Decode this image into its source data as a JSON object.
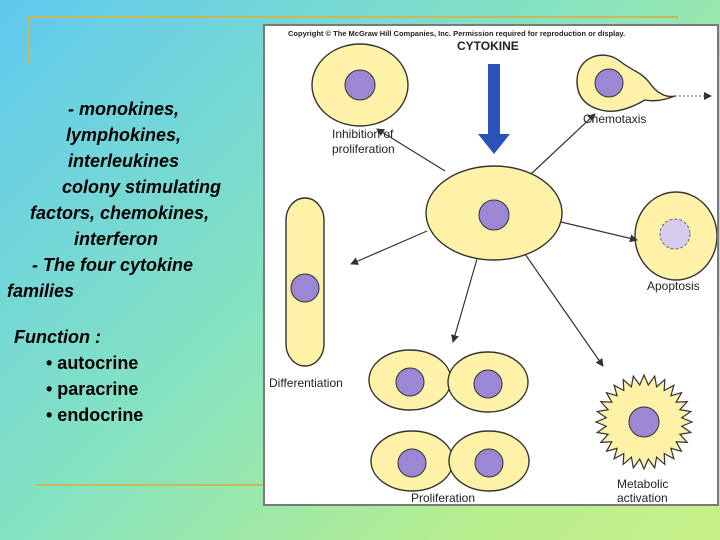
{
  "left_text": {
    "lines": [
      "- monokines,",
      "lymphokines,",
      "interleukines",
      "colony stimulating",
      "factors, chemokines,",
      "interferon",
      "- The four cytokine",
      "families"
    ]
  },
  "function": {
    "title": "Function :",
    "items": [
      "• autocrine",
      "• paracrine",
      "• endocrine"
    ]
  },
  "diagram": {
    "copyright": "Copyright © The McGraw Hill Companies, Inc. Permission required for reproduction or display.",
    "cytokine": "CYTOKINE",
    "inhibition_line1": "Inhibition of",
    "inhibition_line2": "proliferation",
    "chemotaxis": "Chemotaxis",
    "apoptosis": "Apoptosis",
    "differentiation": "Differentiation",
    "proliferation": "Proliferation",
    "metabolic_line1": "Metabolic",
    "metabolic_line2": "activation",
    "colors": {
      "cell_fill": "#fdf2a8",
      "cell_stroke": "#333333",
      "nucleus": "#9b87d4",
      "apoptotic_nucleus": "#d6ccf0",
      "cytokine_arrow": "#2a52b8"
    }
  }
}
